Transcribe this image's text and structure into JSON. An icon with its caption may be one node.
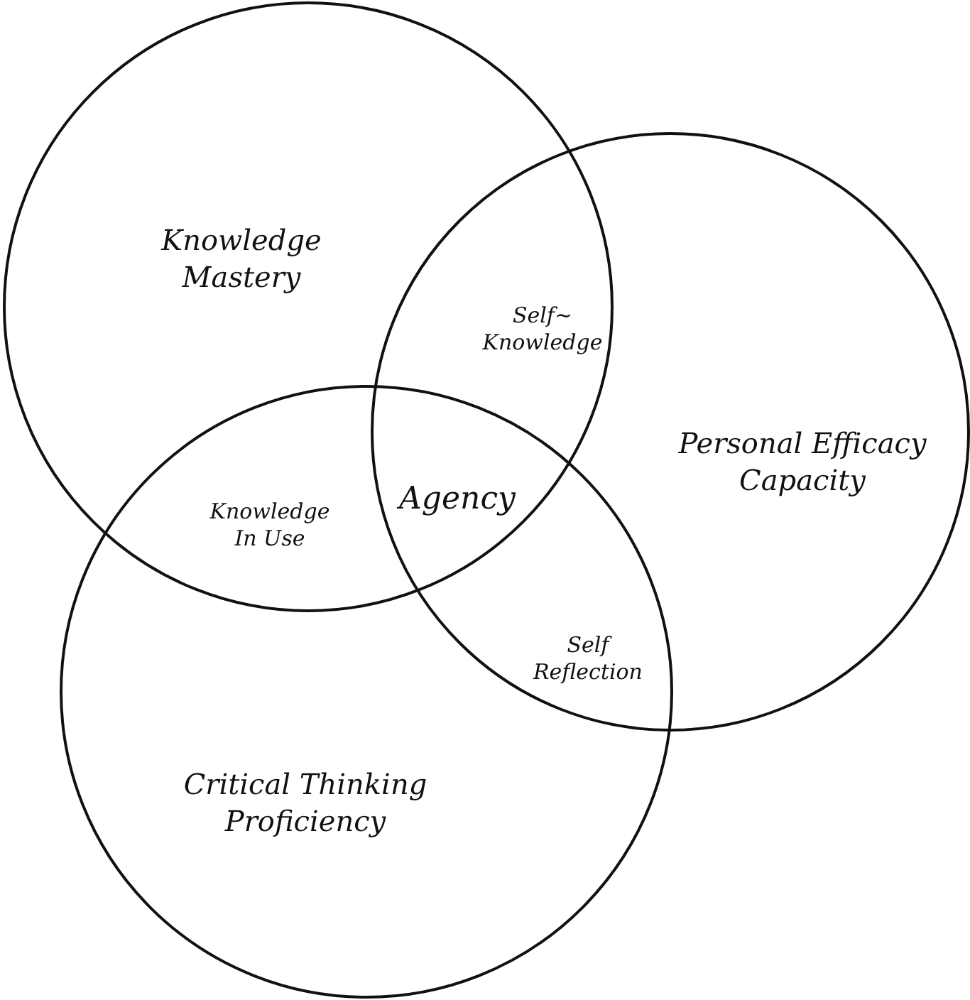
{
  "diagram": {
    "nodes": [
      {
        "text": [
          "Knowledge Mastery"
        ]
      },
      {
        "text": [
          "Personal Efficacy Capacity"
        ]
      },
      {
        "text": [
          "Critical Thinking Proficiency"
        ]
      }
    ],
    "labels": [
      "Self~ Knowledge",
      "Agency",
      "Knowledge In Use",
      "Self Reflection"
    ]
  }
}
